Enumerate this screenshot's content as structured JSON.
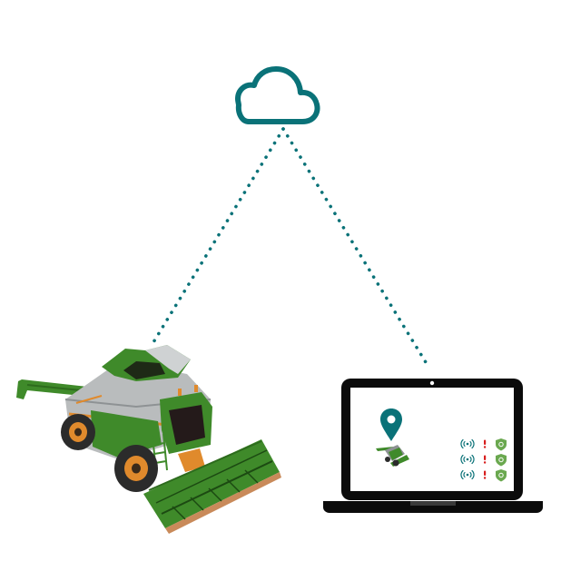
{
  "colors": {
    "background": "#ffffff",
    "connection": "#0a7278",
    "cloud": "#0a7278",
    "laptop": "#0b0b0b",
    "screen": "#ffffff",
    "pin": "#0a7278",
    "harvester_green": "#3f8a2a",
    "harvester_grey": "#b9bcbd",
    "harvester_orange": "#e08a2c",
    "alert": "#d81e1e",
    "shield": "#6aa84f"
  },
  "icons": {
    "cloud": "cloud-icon",
    "harvester": "combine-harvester-illustration",
    "laptop": "laptop-icon",
    "location": "location-pin-icon",
    "signal": "wireless-signal-icon",
    "alert": "exclamation-icon",
    "shield": "shield-check-icon"
  },
  "dashboard": {
    "status_rows": [
      {
        "signal": "connected",
        "alert": "warning",
        "shield": "protected"
      },
      {
        "signal": "connected",
        "alert": "warning",
        "shield": "protected"
      },
      {
        "signal": "connected",
        "alert": "warning",
        "shield": "protected"
      }
    ]
  }
}
